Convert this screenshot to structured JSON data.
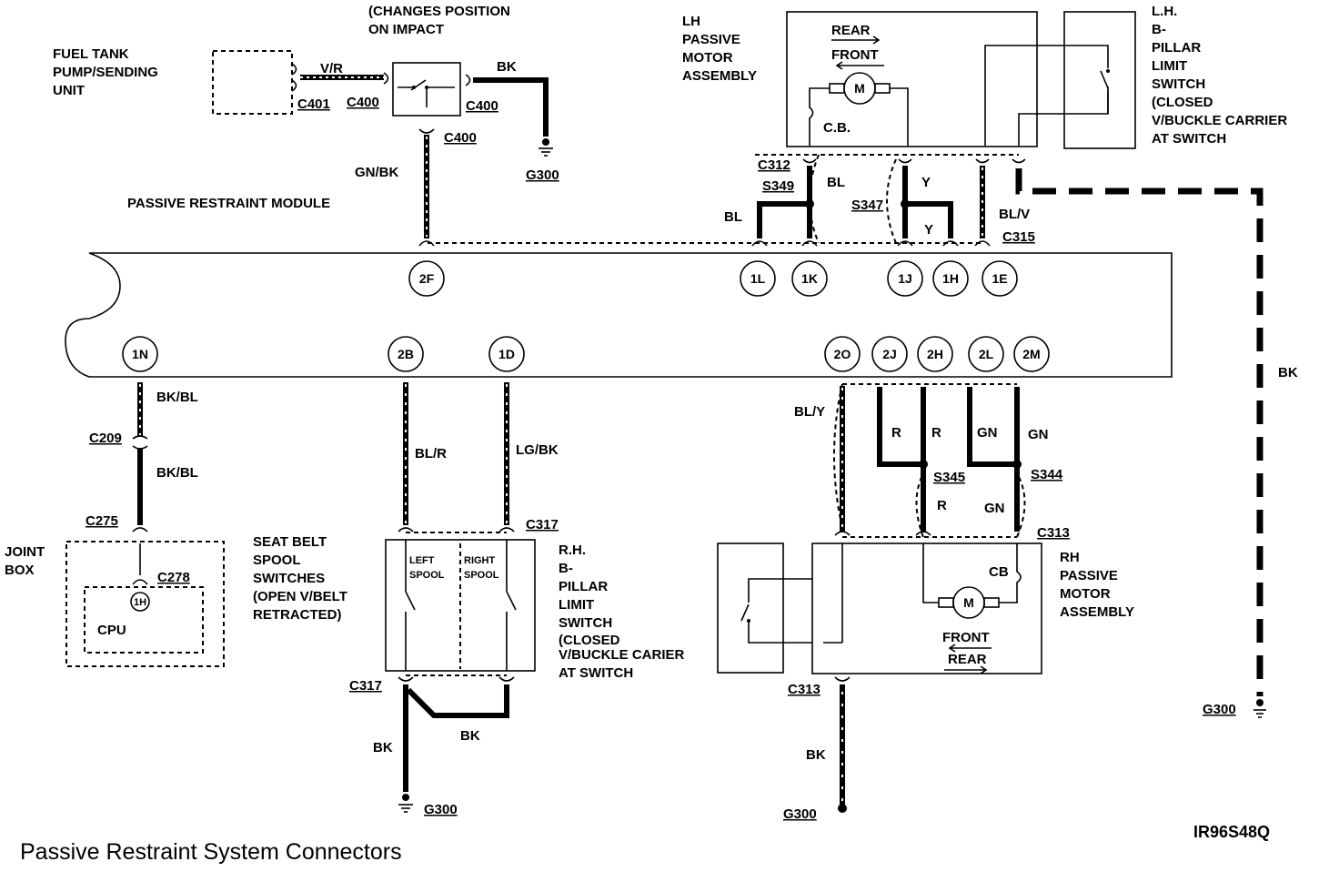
{
  "title": "Passive Restraint System Connectors",
  "figure_code": "IR96S48Q",
  "components": {
    "fuel_tank": [
      "FUEL TANK",
      "PUMP/SENDING",
      "UNIT"
    ],
    "impact_switch_note": [
      "(CHANGES POSITION",
      "ON IMPACT"
    ],
    "module": "PASSIVE RESTRAINT MODULE",
    "lh_motor": [
      "LH",
      "PASSIVE",
      "MOTOR",
      "ASSEMBLY"
    ],
    "lh_motor_rear": "REAR",
    "lh_motor_front": "FRONT",
    "lh_motor_m": "M",
    "lh_motor_cb": "C.B.",
    "lh_limit": [
      "L.H.",
      "B-",
      "PILLAR",
      "LIMIT",
      "SWITCH",
      "(CLOSED",
      "V/BUCKLE CARRIER",
      "AT SWITCH"
    ],
    "joint_box": [
      "JOINT",
      "BOX"
    ],
    "cpu": "CPU",
    "cpu_pin": "1H",
    "spool_switches": [
      "SEAT BELT",
      "SPOOL",
      "SWITCHES",
      "(OPEN V/BELT",
      "RETRACTED)"
    ],
    "left_spool": [
      "LEFT",
      "SPOOL"
    ],
    "right_spool": [
      "RIGHT",
      "SPOOL"
    ],
    "rh_limit": [
      "R.H.",
      "B-",
      "PILLAR",
      "LIMIT",
      "SWITCH",
      "(CLOSED",
      "V/BUCKLE CARIER",
      "AT SWITCH"
    ],
    "rh_motor": [
      "RH",
      "PASSIVE",
      "MOTOR",
      "ASSEMBLY"
    ],
    "rh_motor_m": "M",
    "rh_motor_cb": "CB",
    "rh_motor_front": "FRONT",
    "rh_motor_rear": "REAR"
  },
  "pins_top": [
    "2F",
    "1L",
    "1K",
    "1J",
    "1H",
    "1E"
  ],
  "pins_bottom": [
    "1N",
    "2B",
    "1D",
    "2O",
    "2J",
    "2H",
    "2L",
    "2M"
  ],
  "connectors": {
    "c401": "C401",
    "c400a": "C400",
    "c400b": "C400",
    "c400c": "C400",
    "c312": "C312",
    "s349": "S349",
    "s347": "S347",
    "c315": "C315",
    "c209": "C209",
    "c275": "C275",
    "c278": "C278",
    "c317a": "C317",
    "c317b": "C317",
    "s345": "S345",
    "s344": "S344",
    "c313a": "C313",
    "c313b": "C313",
    "g300a": "G300",
    "g300b": "G300",
    "g300c": "G300",
    "g300d": "G300"
  },
  "wires": {
    "vr": "V/R",
    "bk_top": "BK",
    "gnbk": "GN/BK",
    "bl_left": "BL",
    "bl_right": "BL",
    "y_top": "Y",
    "y_bottom": "Y",
    "blv": "BL/V",
    "bk_right": "BK",
    "bkbl_a": "BK/BL",
    "bkbl_b": "BK/BL",
    "blr": "BL/R",
    "lgbk": "LG/BK",
    "bk_spool_a": "BK",
    "bk_spool_b": "BK",
    "bly": "BL/Y",
    "r_a": "R",
    "r_b": "R",
    "r_c": "R",
    "gn_a": "GN",
    "gn_b": "GN",
    "gn_c": "GN",
    "bk_rh": "BK"
  }
}
